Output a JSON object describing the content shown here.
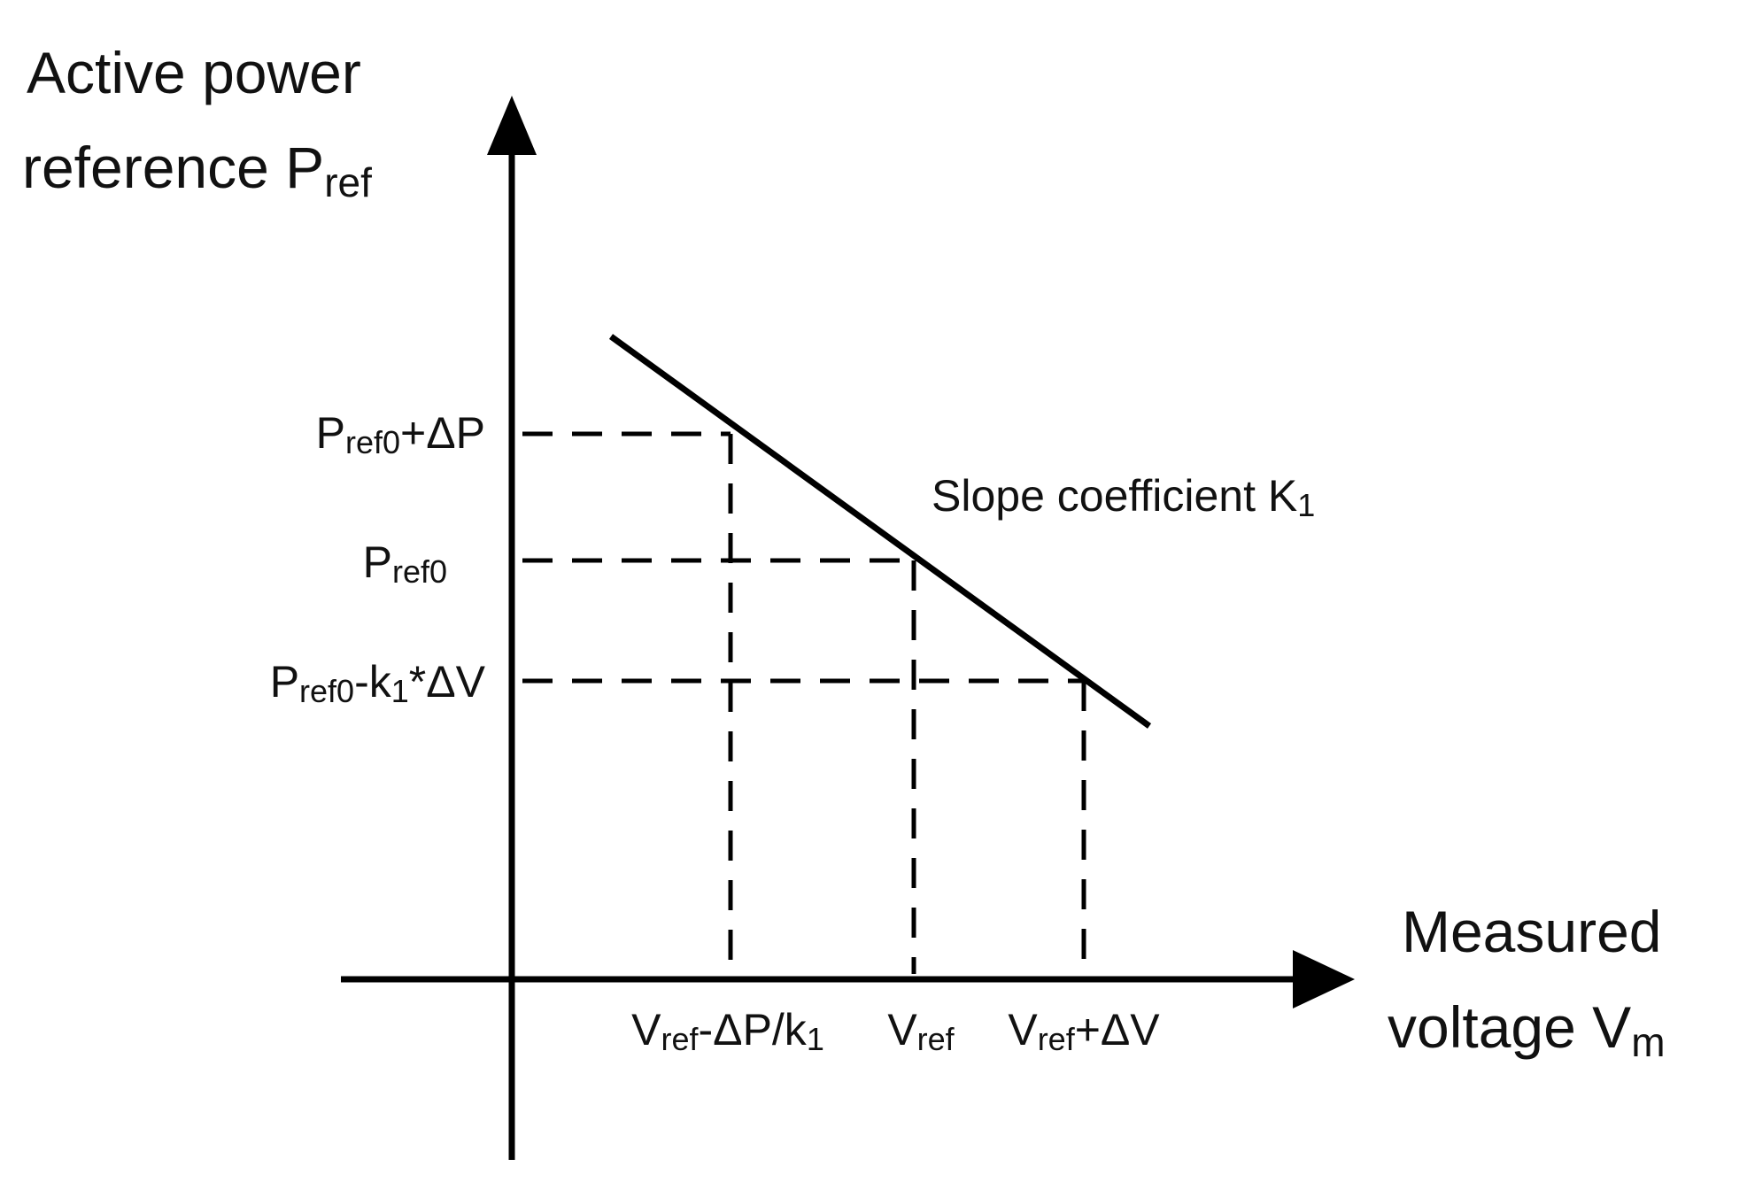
{
  "y_axis_title": {
    "line1": "Active power",
    "line2_main": "reference P",
    "line2_sub": "ref"
  },
  "x_axis_title": {
    "line1": "Measured",
    "line2_main": "voltage V",
    "line2_sub": "m"
  },
  "y_ticks": [
    {
      "main": "P",
      "sub": "ref0",
      "suffix": "+ΔP"
    },
    {
      "main": "P",
      "sub": "ref0",
      "suffix": ""
    },
    {
      "main": "P",
      "sub": "ref0",
      "suffix": "-k",
      "sub2": "1",
      "suffix2": "*ΔV"
    }
  ],
  "x_ticks": [
    {
      "main": "V",
      "sub": "ref",
      "suffix": "-ΔP/k",
      "sub2": "1"
    },
    {
      "main": "V",
      "sub": "ref",
      "suffix": ""
    },
    {
      "main": "V",
      "sub": "ref",
      "suffix": "+ΔV"
    }
  ],
  "slope_label": {
    "main": "Slope coefficient K",
    "sub": "1"
  }
}
